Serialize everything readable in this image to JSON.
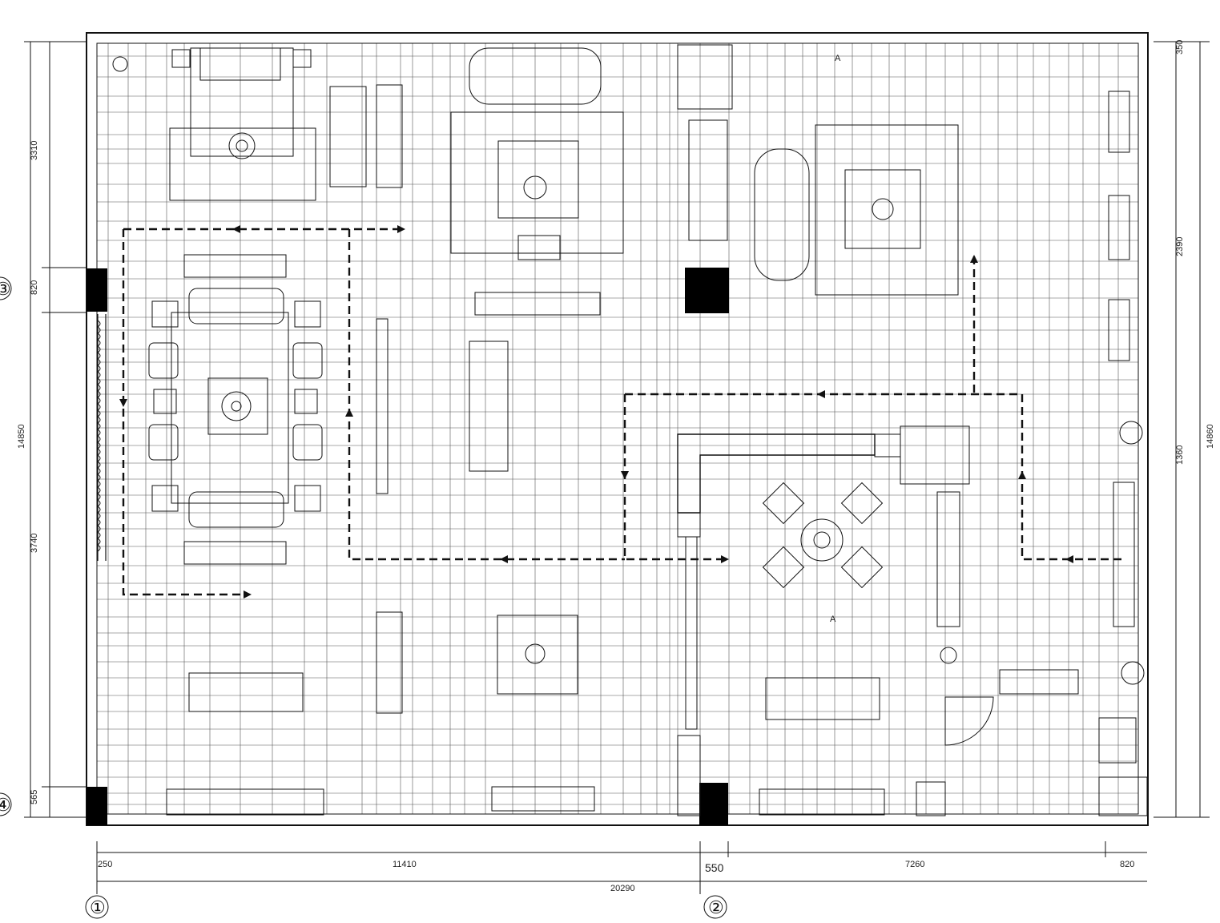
{
  "plan": {
    "axes": {
      "bottom": [
        "①",
        "②"
      ],
      "left": [
        "③",
        "④"
      ]
    },
    "bottom_dims": {
      "d1": "250",
      "d2": "11410",
      "d3": "550",
      "d4": "7260",
      "d5": "820",
      "total": "20290"
    },
    "left_dims": {
      "d1": "3310",
      "d2": "820",
      "d3": "3740",
      "d4": "565",
      "total": "14850"
    },
    "right_dims": {
      "d1": "350",
      "d2": "2390",
      "d3": "1360",
      "total": "14860"
    },
    "marks": {
      "section_a": "A"
    }
  },
  "colors": {
    "line": "#111111",
    "fill": "#000000",
    "paper": "#ffffff"
  }
}
